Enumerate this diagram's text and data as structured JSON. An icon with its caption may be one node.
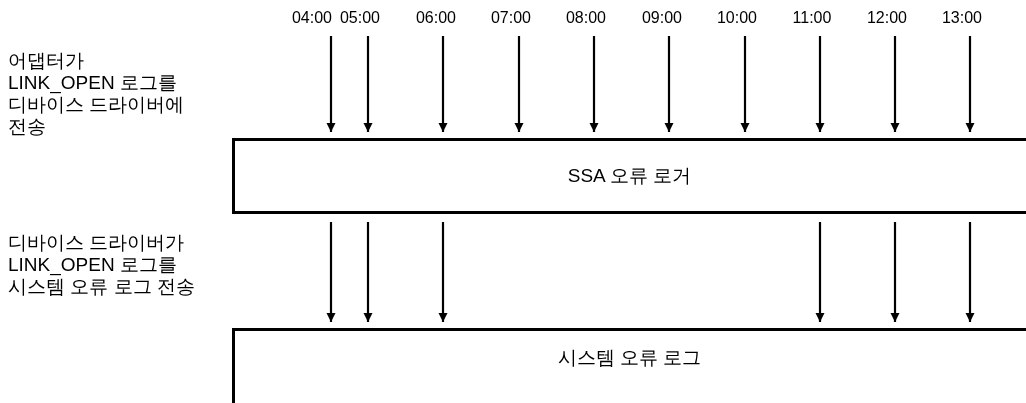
{
  "diagram": {
    "nodes": [
      {
        "text": [
          "SSA 오류 로거"
        ]
      },
      {
        "text": [
          "시스템 오류 로그"
        ]
      },
      {
        "text": [
          "04:00"
        ]
      },
      {
        "text": [
          "05:00"
        ]
      },
      {
        "text": [
          "06:00"
        ]
      },
      {
        "text": [
          "07:00"
        ]
      },
      {
        "text": [
          "08:00"
        ]
      },
      {
        "text": [
          "09:00"
        ]
      },
      {
        "text": [
          "10:00"
        ]
      },
      {
        "text": [
          "11:00"
        ]
      },
      {
        "text": [
          "12:00"
        ]
      },
      {
        "text": [
          "13:00"
        ]
      }
    ],
    "edges": [
      {
        "from": 2,
        "to": 0,
        "arrow": "to"
      },
      {
        "from": 3,
        "to": 0,
        "arrow": "to"
      },
      {
        "from": 4,
        "to": 0,
        "arrow": "to"
      },
      {
        "from": 5,
        "to": 0,
        "arrow": "to"
      },
      {
        "from": 6,
        "to": 0,
        "arrow": "to"
      },
      {
        "from": 7,
        "to": 0,
        "arrow": "to"
      },
      {
        "from": 8,
        "to": 0,
        "arrow": "to"
      },
      {
        "from": 9,
        "to": 0,
        "arrow": "to"
      },
      {
        "from": 10,
        "to": 0,
        "arrow": "to"
      },
      {
        "from": 11,
        "to": 0,
        "arrow": "to"
      },
      {
        "from": 0,
        "to": 1,
        "arrow": "to"
      },
      {
        "from": 0,
        "to": 1,
        "arrow": "to"
      },
      {
        "from": 0,
        "to": 1,
        "arrow": "to"
      },
      {
        "from": 0,
        "to": 1,
        "arrow": "to"
      },
      {
        "from": 0,
        "to": 1,
        "arrow": "to"
      },
      {
        "from": 0,
        "to": 1,
        "arrow": "to"
      }
    ],
    "labels": [
      "어댑터가 LINK_OPEN 로그를 디바이스 드라이버에 전송",
      "디바이스 드라이버가 LINK_OPEN 로그를 시스템 오류 로그 전송"
    ]
  }
}
